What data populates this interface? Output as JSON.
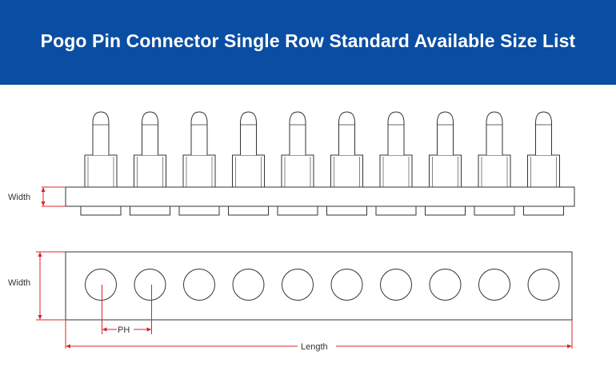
{
  "header": {
    "title": "Pogo Pin Connector Single Row Standard Available Size List",
    "background_color": "#0a4ea3",
    "text_color": "#ffffff"
  },
  "diagram": {
    "pin_count": 10,
    "side_view": {
      "dimension_label": "Width"
    },
    "top_view": {
      "width_label": "Width",
      "pitch_label": "PH",
      "length_label": "Length"
    },
    "line_color": "#333333",
    "dimension_color": "#d9252a"
  }
}
